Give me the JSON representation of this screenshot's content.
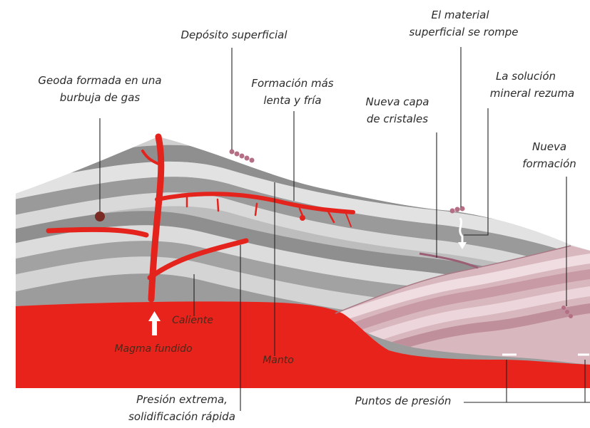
{
  "labels": {
    "geoda_1": "Geoda formada en una",
    "geoda_2": "burbuja de gas",
    "deposito": "Depósito superficial",
    "formacion_1": "Formación más",
    "formacion_2": "lenta y fría",
    "material_1": "El material",
    "material_2": "superficial se rompe",
    "solucion_1": "La solución",
    "solucion_2": "mineral rezuma",
    "nueva_capa_1": "Nueva capa",
    "nueva_capa_2": "de cristales",
    "nueva_formacion_1": "Nueva",
    "nueva_formacion_2": "formación",
    "caliente": "Caliente",
    "magma": "Magma fundido",
    "manto": "Manto",
    "presion_1": "Presión extrema,",
    "presion_2": "solidificación rápida",
    "puntos": "Puntos de presión"
  },
  "colors": {
    "magma": "#e8231c",
    "vein": "#e4231c",
    "rock_dark": "#8f8f8f",
    "rock_mid": "#b3b3b3",
    "rock_light": "#d8d8d8",
    "crystal_pink": "#d9b7bf",
    "label_red": "#c8102e"
  }
}
